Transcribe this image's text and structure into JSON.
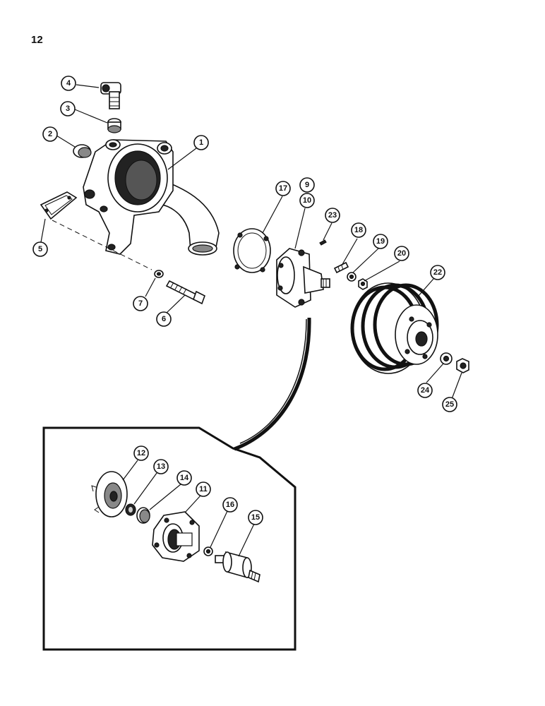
{
  "page_number": "12",
  "callouts": [
    {
      "id": "1",
      "label": "1"
    },
    {
      "id": "2",
      "label": "2"
    },
    {
      "id": "3",
      "label": "3"
    },
    {
      "id": "4",
      "label": "4"
    },
    {
      "id": "5",
      "label": "5"
    },
    {
      "id": "6",
      "label": "6"
    },
    {
      "id": "7",
      "label": "7"
    },
    {
      "id": "9",
      "label": "9"
    },
    {
      "id": "10",
      "label": "10"
    },
    {
      "id": "11",
      "label": "11"
    },
    {
      "id": "12",
      "label": "12"
    },
    {
      "id": "13",
      "label": "13"
    },
    {
      "id": "14",
      "label": "14"
    },
    {
      "id": "15",
      "label": "15"
    },
    {
      "id": "16",
      "label": "16"
    },
    {
      "id": "17",
      "label": "17"
    },
    {
      "id": "18",
      "label": "18"
    },
    {
      "id": "19",
      "label": "19"
    },
    {
      "id": "20",
      "label": "20"
    },
    {
      "id": "22",
      "label": "22"
    },
    {
      "id": "23",
      "label": "23"
    },
    {
      "id": "24",
      "label": "24"
    },
    {
      "id": "25",
      "label": "25"
    }
  ]
}
